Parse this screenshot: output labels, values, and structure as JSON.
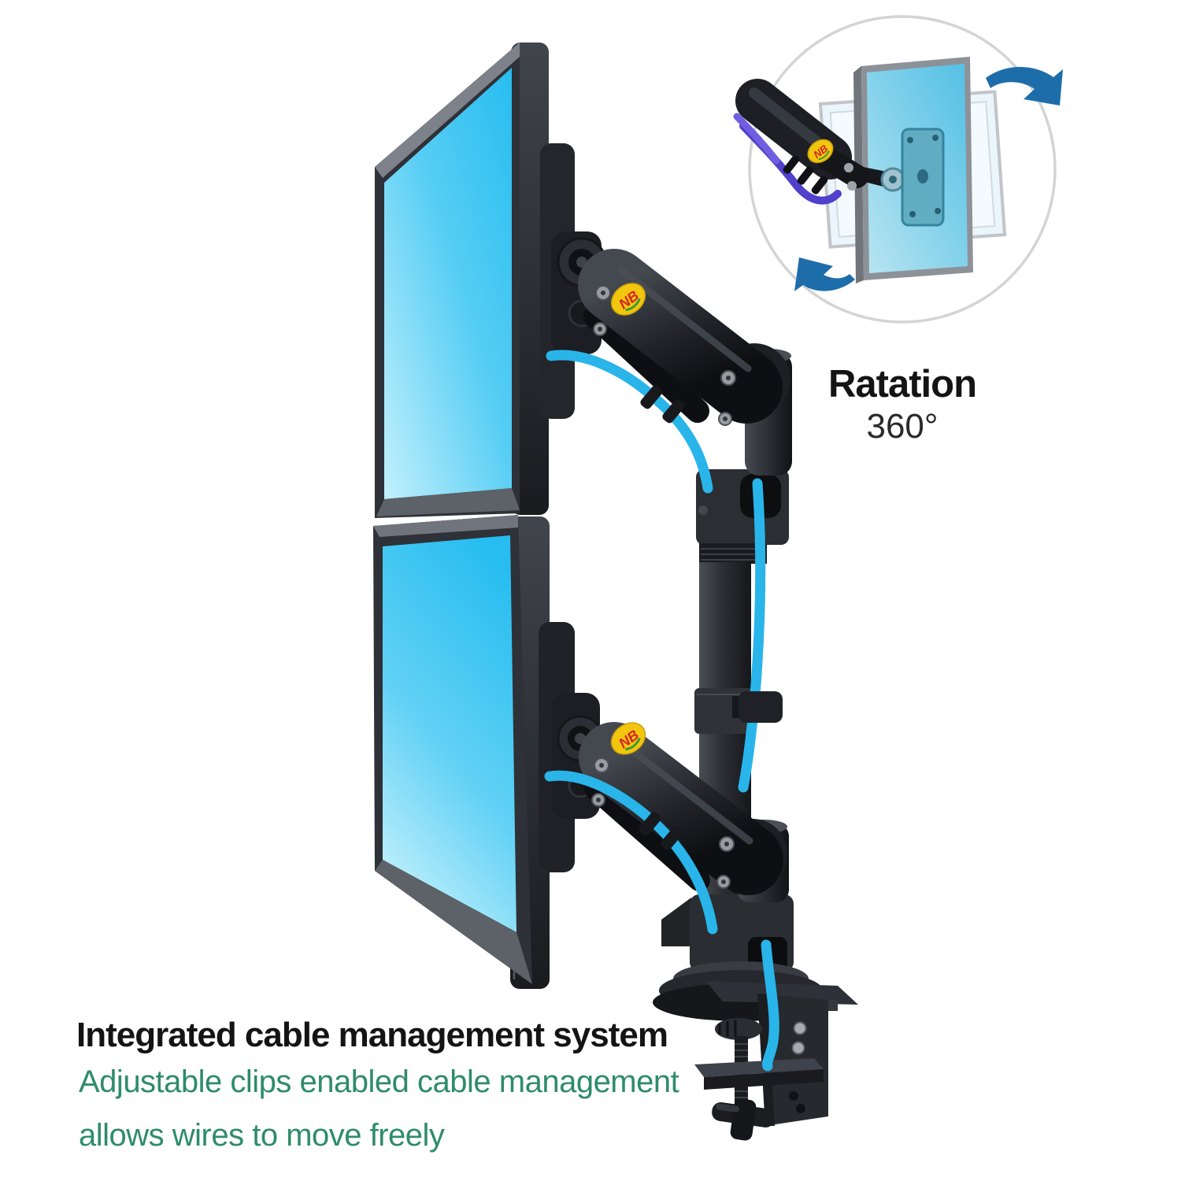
{
  "brand": {
    "logo_text": "NB"
  },
  "inset": {
    "title": "Ratation",
    "subtitle": "360°"
  },
  "caption": {
    "title": "Integrated cable management system",
    "line1": "Adjustable clips enabled cable management",
    "line2": "allows wires to move freely"
  },
  "colors": {
    "background": "#ffffff",
    "screen_cyan": "#29bdf0",
    "screen_cyan_pale": "#c2f0fc",
    "cable_blue": "#29b5ea",
    "cable_purple": "#5140cb",
    "arm_dark": "#1a1c20",
    "bezel_gray": "#7d828a",
    "rotation_arrow_blue": "#1e6dab",
    "logo_yellow": "#f3c60e",
    "logo_red": "#d3232a",
    "logo_leaf_green": "#3f9b36",
    "caption_green": "#2e8c69",
    "text_black": "#141414",
    "inset_ring_gray": "#d3d4d6"
  }
}
